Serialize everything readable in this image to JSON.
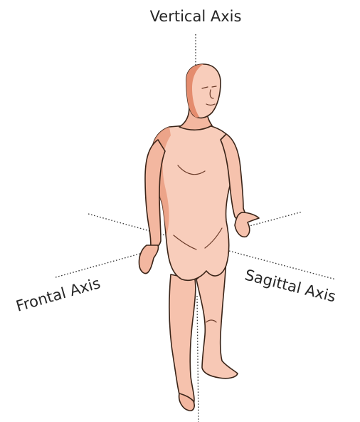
{
  "axes": {
    "vertical": {
      "label": "Vertical Axis"
    },
    "frontal": {
      "label": "Frontal Axis"
    },
    "sagittal": {
      "label": "Sagittal Axis"
    }
  },
  "colors": {
    "skin_light": "#f8cdbb",
    "skin_mid": "#f0ac93",
    "skin_shadow": "#d7694a",
    "outline": "#3a2418",
    "axis_line": "#3a3a3a",
    "label_text": "#262626"
  }
}
